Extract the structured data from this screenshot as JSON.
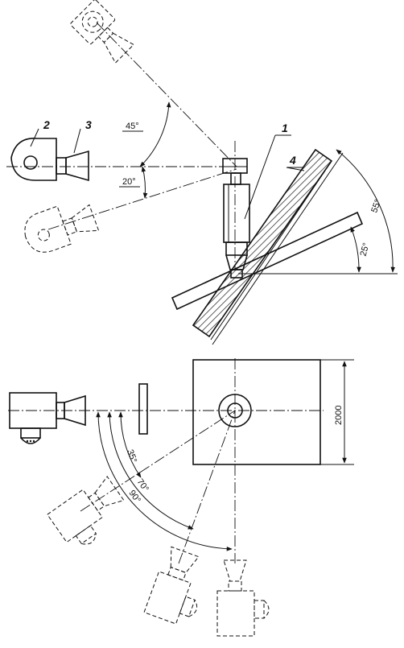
{
  "callouts": {
    "c1": "1",
    "c2": "2",
    "c3": "3",
    "c4": "4"
  },
  "angles": {
    "a45": "45°",
    "a20": "20°",
    "a55": "55°",
    "a25": "25°",
    "a35": "35°",
    "a70": "70°",
    "a90": "90°"
  },
  "dimensions": {
    "d2000": "2000"
  }
}
